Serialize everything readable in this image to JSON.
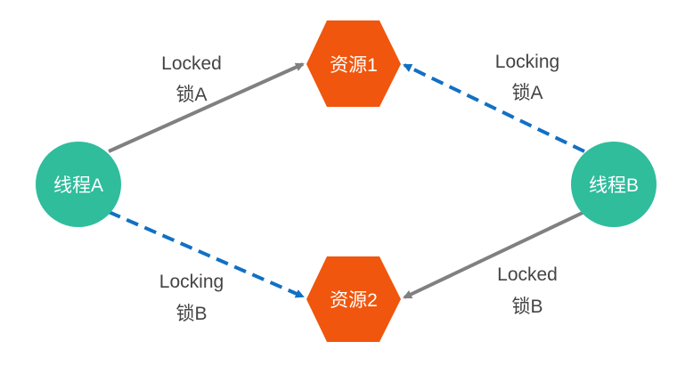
{
  "colors": {
    "thread": "#2fbd9c",
    "resource": "#f0560d",
    "locked_edge": "#808080",
    "locking_edge": "#1170c4",
    "text": "#444444",
    "node_text": "#ffffff"
  },
  "nodes": {
    "thread_a": {
      "label": "线程A"
    },
    "thread_b": {
      "label": "线程B"
    },
    "resource_1": {
      "label": "资源1"
    },
    "resource_2": {
      "label": "资源2"
    }
  },
  "edges": {
    "a_to_r1": {
      "status": "Locked",
      "lock": "锁A",
      "style": "solid"
    },
    "b_to_r1": {
      "status": "Locking",
      "lock": "锁A",
      "style": "dashed"
    },
    "a_to_r2": {
      "status": "Locking",
      "lock": "锁B",
      "style": "dashed"
    },
    "b_to_r2": {
      "status": "Locked",
      "lock": "锁B",
      "style": "solid"
    }
  }
}
